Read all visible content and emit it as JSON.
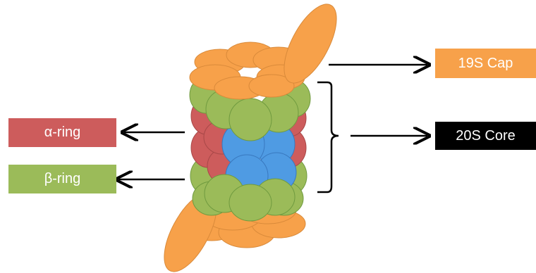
{
  "labels": {
    "alpha_ring": "α-ring",
    "beta_ring": "β-ring",
    "cap": "19S Cap",
    "core": "20S Core"
  },
  "colors": {
    "cap_orange": "#f7a14a",
    "alpha_red": "#cd5c5c",
    "beta_green": "#9bbb59",
    "inner_blue": "#4f9be3",
    "core_black": "#000000",
    "outline": "#d98a3a"
  },
  "icons": [
    "arrow-right-icon",
    "arrow-left-icon",
    "bracket-icon"
  ]
}
